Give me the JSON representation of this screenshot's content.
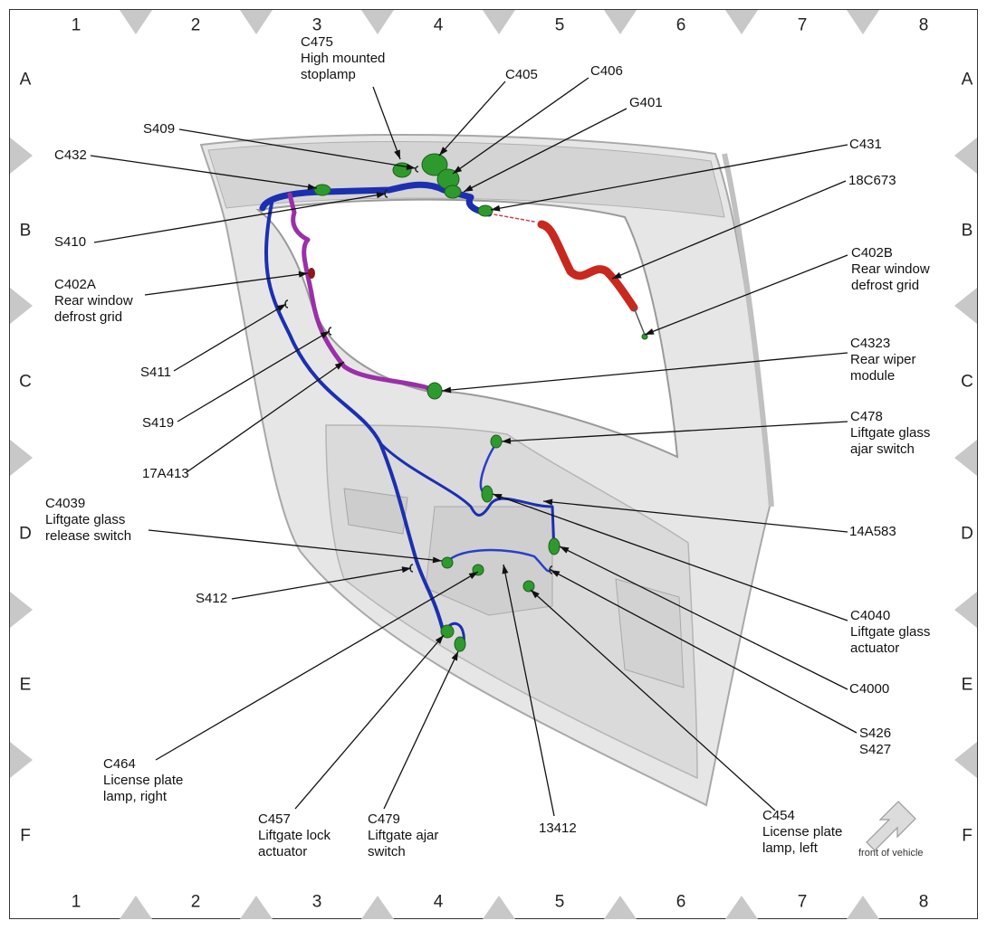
{
  "grid": {
    "columns": [
      "1",
      "2",
      "3",
      "4",
      "5",
      "6",
      "7",
      "8"
    ],
    "rows": [
      "A",
      "B",
      "C",
      "D",
      "E",
      "F"
    ]
  },
  "callouts": {
    "c475": [
      "C475",
      "High mounted",
      "stoplamp"
    ],
    "c405": [
      "C405"
    ],
    "c406": [
      "C406"
    ],
    "g401": [
      "G401"
    ],
    "s409": [
      "S409"
    ],
    "c432": [
      "C432"
    ],
    "c431": [
      "C431"
    ],
    "c18c673": [
      "18C673"
    ],
    "s410": [
      "S410"
    ],
    "c402b": [
      "C402B",
      "Rear window",
      "defrost grid"
    ],
    "c402a": [
      "C402A",
      "Rear window",
      "defrost grid"
    ],
    "s411": [
      "S411"
    ],
    "c4323": [
      "C4323",
      "Rear wiper",
      "module"
    ],
    "s419": [
      "S419"
    ],
    "c478": [
      "C478",
      "Liftgate glass",
      "ajar switch"
    ],
    "c17a413": [
      "17A413"
    ],
    "c4039": [
      "C4039",
      "Liftgate glass",
      "release switch"
    ],
    "c14a583": [
      "14A583"
    ],
    "s412": [
      "S412"
    ],
    "c4040": [
      "C4040",
      "Liftgate glass",
      "actuator"
    ],
    "c4000": [
      "C4000"
    ],
    "s426": [
      "S426",
      "S427"
    ],
    "c464": [
      "C464",
      "License plate",
      "lamp, right"
    ],
    "c457": [
      "C457",
      "Liftgate lock",
      "actuator"
    ],
    "c479": [
      "C479",
      "Liftgate ajar",
      "switch"
    ],
    "c13412": [
      "13412"
    ],
    "c454": [
      "C454",
      "License plate",
      "lamp, left"
    ]
  },
  "front_of_vehicle": "front of vehicle",
  "colors": {
    "harness_blue": "#1c2fb0",
    "harness_purple": "#9a2fa8",
    "harness_red": "#c8281e",
    "connector_green": "#2e9a2e",
    "body_gray": "#e6e6e6",
    "grid_marker": "#c8c8c8"
  }
}
